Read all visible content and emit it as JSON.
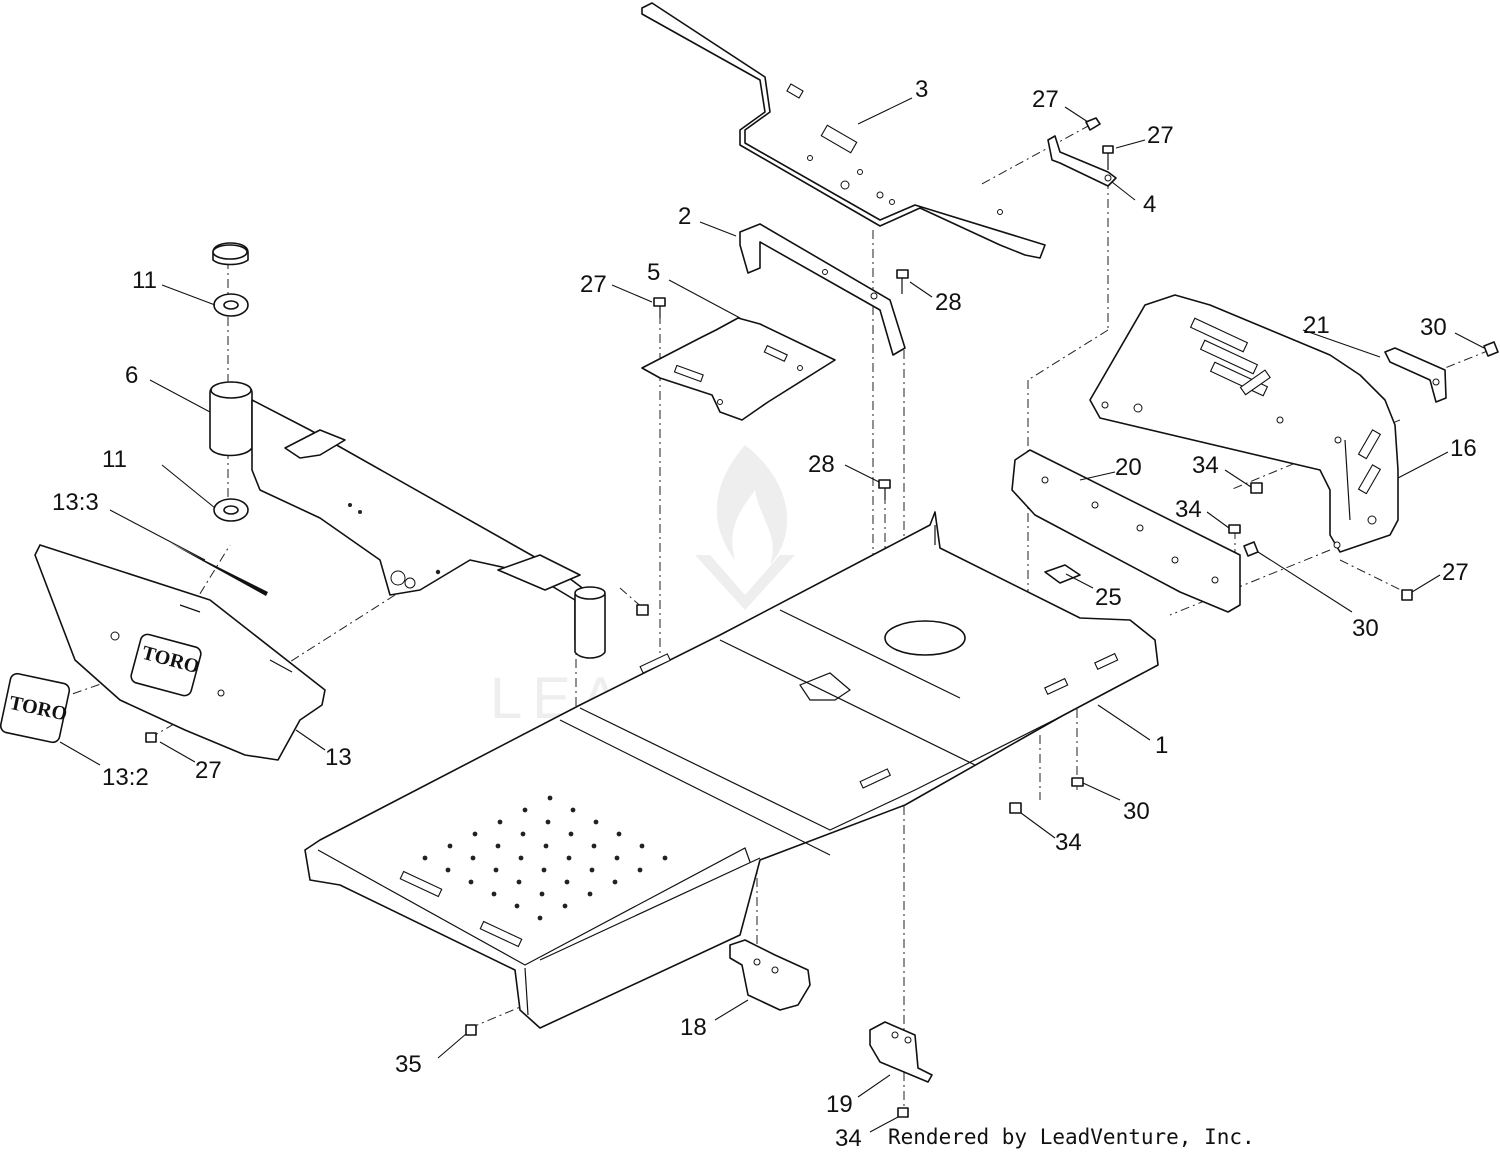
{
  "callouts": {
    "c1": "1",
    "c2": "2",
    "c3": "3",
    "c4": "4",
    "c5": "5",
    "c6": "6",
    "c11a": "11",
    "c11b": "11",
    "c13": "13",
    "c13_2": "13:2",
    "c13_3": "13:3",
    "c16": "16",
    "c18": "18",
    "c19": "19",
    "c20": "20",
    "c21": "21",
    "c25": "25",
    "c27a": "27",
    "c27b": "27",
    "c27c": "27",
    "c27d": "27",
    "c27e": "27",
    "c28a": "28",
    "c28b": "28",
    "c30a": "30",
    "c30b": "30",
    "c30c": "30",
    "c34a": "34",
    "c34b": "34",
    "c34c": "34",
    "c34d": "34",
    "c35": "35"
  },
  "decals": {
    "plate_logo": "TORO",
    "decal_logo": "TORO"
  },
  "watermark": {
    "text": "LEADVENTURE"
  },
  "credit": "Rendered by LeadVenture, Inc."
}
